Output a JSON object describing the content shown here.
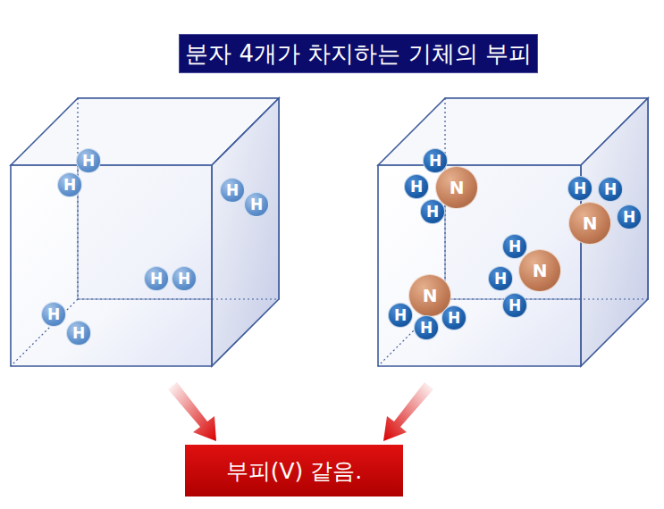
{
  "diagram": {
    "title": "분자 4개가 차지하는 기체의 부피",
    "nodes": [
      {
        "text": [
          "H"
        ]
      },
      {
        "text": [
          "H"
        ]
      },
      {
        "text": [
          "H"
        ]
      },
      {
        "text": [
          "H"
        ]
      },
      {
        "text": [
          "H"
        ]
      },
      {
        "text": [
          "H"
        ]
      },
      {
        "text": [
          "H"
        ]
      },
      {
        "text": [
          "H"
        ]
      },
      {
        "text": [
          "H"
        ]
      },
      {
        "text": [
          "H"
        ]
      },
      {
        "text": [
          "N"
        ]
      },
      {
        "text": [
          "H"
        ]
      },
      {
        "text": [
          "H"
        ]
      },
      {
        "text": [
          "H"
        ]
      },
      {
        "text": [
          "N"
        ]
      },
      {
        "text": [
          "H"
        ]
      },
      {
        "text": [
          "H"
        ]
      },
      {
        "text": [
          "H"
        ]
      },
      {
        "text": [
          "N"
        ]
      },
      {
        "text": [
          "H"
        ]
      },
      {
        "text": [
          "N"
        ]
      },
      {
        "text": [
          "H"
        ]
      },
      {
        "text": [
          "H"
        ]
      },
      {
        "text": [
          "H"
        ]
      },
      {
        "text": [
          "부피(V) 같음."
        ]
      }
    ]
  }
}
